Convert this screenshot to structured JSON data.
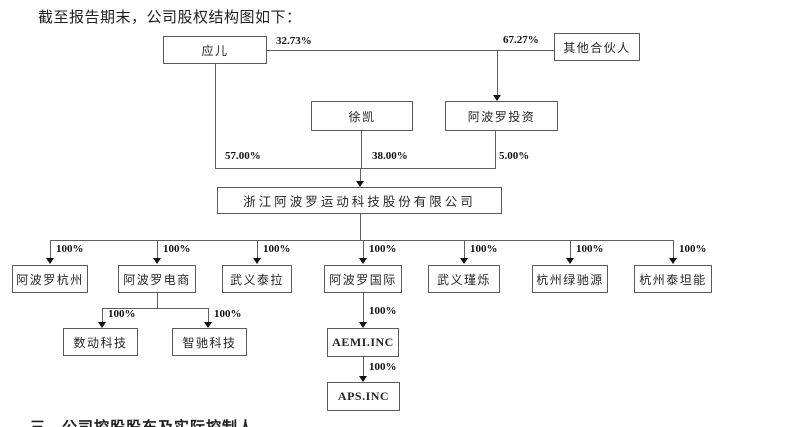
{
  "page": {
    "intro": "截至报告期末，公司股权结构图如下：",
    "footer_partial": "三、公司控股股东及实际控制人"
  },
  "diagram": {
    "nodes": {
      "yingfan": "应儿",
      "other_partners": "其他合伙人",
      "xukai": "徐凯",
      "apollo_invest": "阿波罗投资",
      "main_company": "浙江阿波罗运动科技股份有限公司",
      "sub_hangzhou": "阿波罗杭州",
      "sub_ecommerce": "阿波罗电商",
      "sub_wuyi_taila": "武义泰拉",
      "sub_international": "阿波罗国际",
      "sub_wuyi_jinshuo": "武义瑾烁",
      "sub_lvchiyuan": "杭州绿驰源",
      "sub_taitanneng": "杭州泰坦能",
      "sub_shudong": "数动科技",
      "sub_zhichi": "智驰科技",
      "sub_aemi": "AEMI.INC",
      "sub_aps": "APS.INC"
    },
    "percentages": {
      "yingfan_to_invest": "32.73%",
      "others_to_invest": "67.27%",
      "yingfan_to_main": "57.00%",
      "xukai_to_main": "38.00%",
      "invest_to_main": "5.00%",
      "full": "100%"
    },
    "edges": [
      {
        "from": "应儿",
        "to": "阿波罗投资",
        "pct": "32.73%"
      },
      {
        "from": "其他合伙人",
        "to": "阿波罗投资",
        "pct": "67.27%"
      },
      {
        "from": "应儿",
        "to": "浙江阿波罗运动科技股份有限公司",
        "pct": "57.00%"
      },
      {
        "from": "徐凯",
        "to": "浙江阿波罗运动科技股份有限公司",
        "pct": "38.00%"
      },
      {
        "from": "阿波罗投资",
        "to": "浙江阿波罗运动科技股份有限公司",
        "pct": "5.00%"
      },
      {
        "from": "浙江阿波罗运动科技股份有限公司",
        "to": "阿波罗杭州",
        "pct": "100%"
      },
      {
        "from": "浙江阿波罗运动科技股份有限公司",
        "to": "阿波罗电商",
        "pct": "100%"
      },
      {
        "from": "浙江阿波罗运动科技股份有限公司",
        "to": "武义泰拉",
        "pct": "100%"
      },
      {
        "from": "浙江阿波罗运动科技股份有限公司",
        "to": "阿波罗国际",
        "pct": "100%"
      },
      {
        "from": "浙江阿波罗运动科技股份有限公司",
        "to": "武义瑾烁",
        "pct": "100%"
      },
      {
        "from": "浙江阿波罗运动科技股份有限公司",
        "to": "杭州绿驰源",
        "pct": "100%"
      },
      {
        "from": "浙江阿波罗运动科技股份有限公司",
        "to": "杭州泰坦能",
        "pct": "100%"
      },
      {
        "from": "阿波罗电商",
        "to": "数动科技",
        "pct": "100%"
      },
      {
        "from": "阿波罗电商",
        "to": "智驰科技",
        "pct": "100%"
      },
      {
        "from": "阿波罗国际",
        "to": "AEMI.INC",
        "pct": "100%"
      },
      {
        "from": "AEMI.INC",
        "to": "APS.INC",
        "pct": "100%"
      }
    ]
  }
}
